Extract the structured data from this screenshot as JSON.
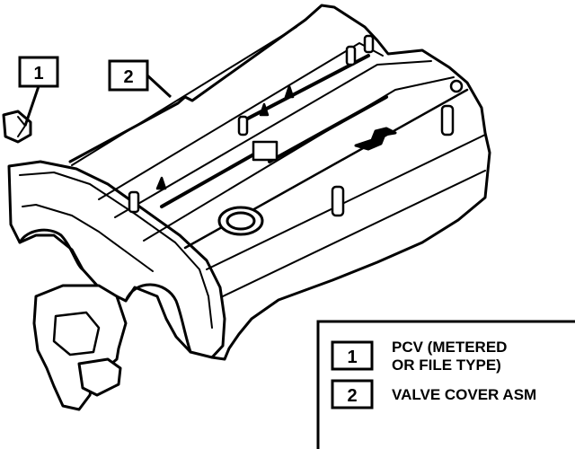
{
  "callouts": [
    {
      "number": "1"
    },
    {
      "number": "2"
    }
  ],
  "legend": [
    {
      "number": "1",
      "line1": "PCV (METERED",
      "line2": "OR FILE TYPE)"
    },
    {
      "number": "2",
      "line1": "VALVE COVER ASM",
      "line2": ""
    }
  ],
  "colors": {
    "ink": "#000000",
    "paper": "#ffffff"
  }
}
